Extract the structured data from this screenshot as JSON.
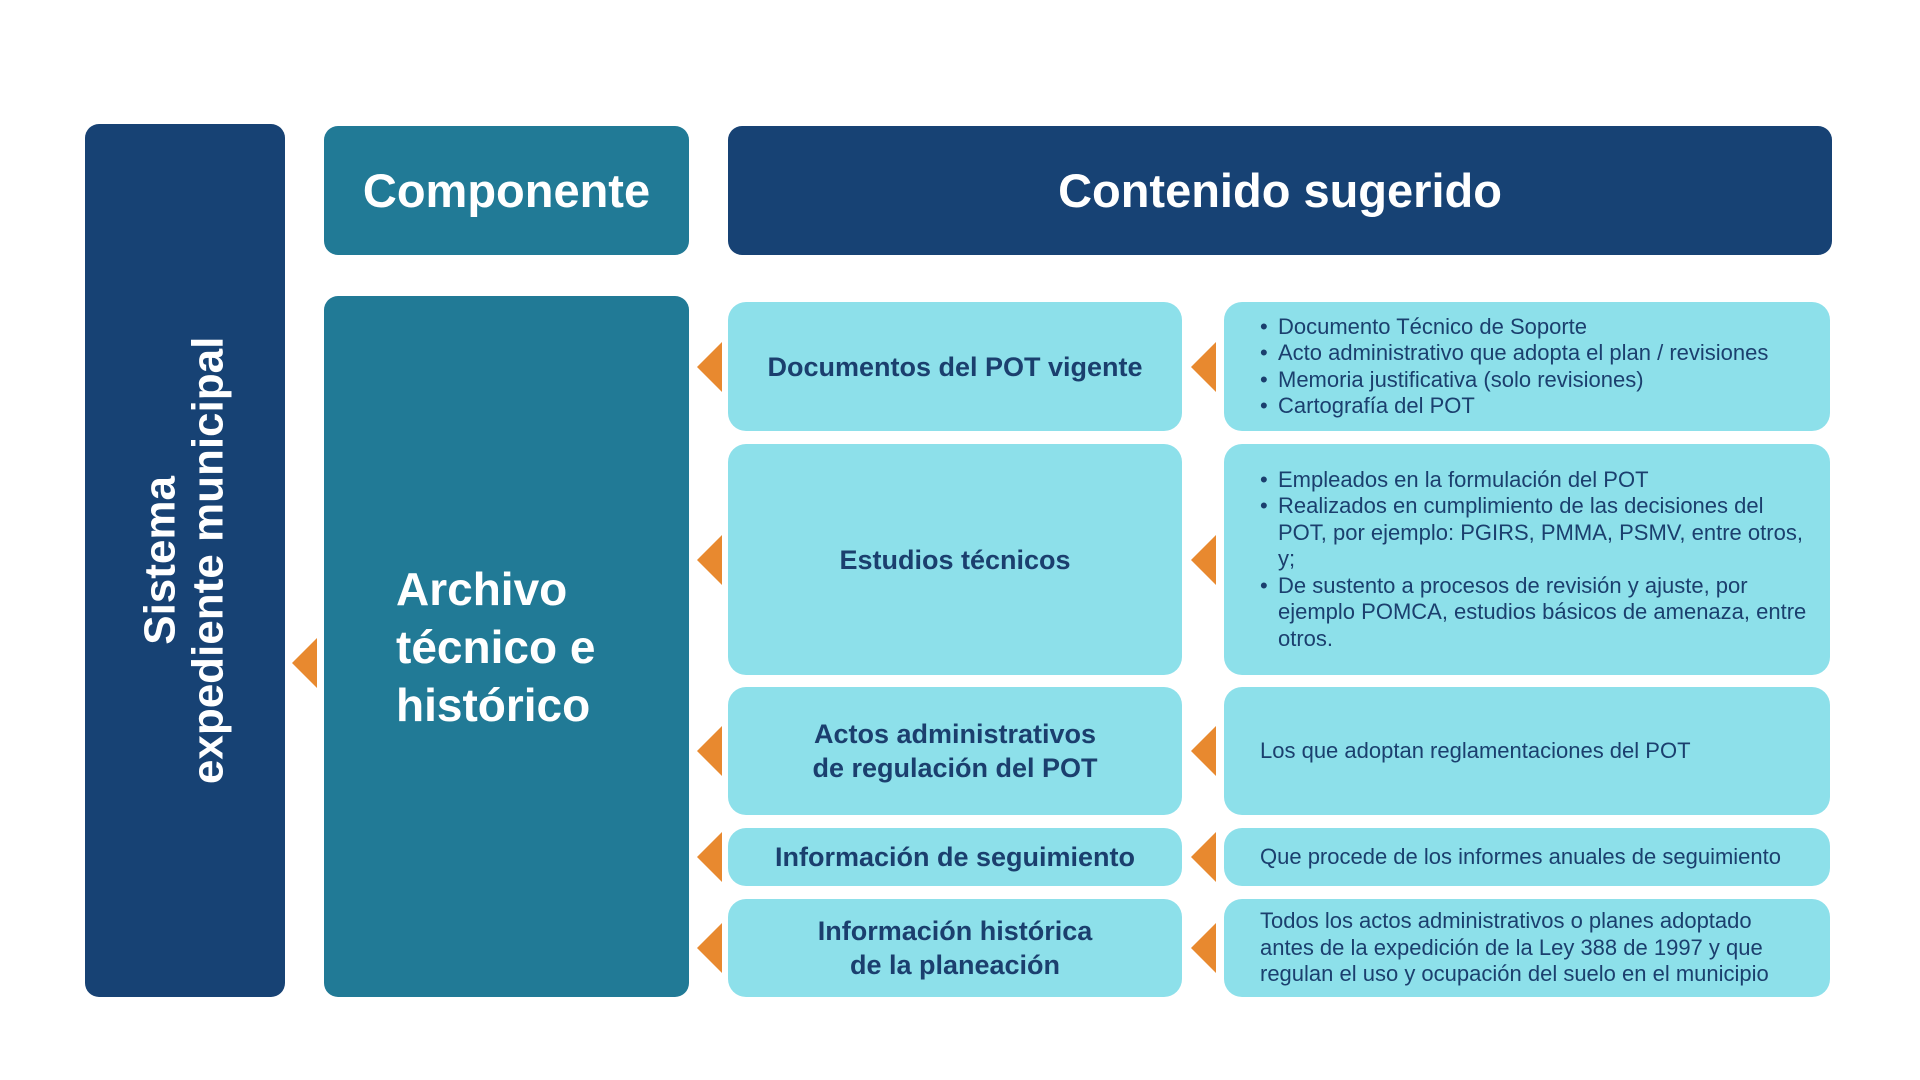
{
  "side_label": [
    "Sistema",
    "expediente municipal"
  ],
  "headers": {
    "component": "Componente",
    "content": "Contenido sugerido"
  },
  "component": [
    "Archivo",
    "técnico e",
    "histórico"
  ],
  "rows": [
    {
      "title": [
        "Documentos del POT vigente"
      ],
      "bullets": [
        "Documento Técnico de Soporte",
        "Acto administrativo que adopta el plan / revisiones",
        "Memoria justificativa (solo revisiones)",
        "Cartografía del POT"
      ]
    },
    {
      "title": [
        "Estudios técnicos"
      ],
      "bullets": [
        "Empleados en la formulación del POT",
        "Realizados en cumplimiento de las decisiones del POT, por ejemplo: PGIRS, PMMA, PSMV, entre otros, y;",
        "De sustento a procesos de revisión y ajuste, por ejemplo POMCA, estudios básicos de amenaza, entre otros."
      ]
    },
    {
      "title": [
        "Actos administrativos",
        "de regulación del POT"
      ],
      "text": "Los que adoptan reglamentaciones del POT"
    },
    {
      "title": [
        "Información de seguimiento"
      ],
      "text": "Que procede de los informes anuales de seguimiento"
    },
    {
      "title": [
        "Información histórica",
        "de la planeación"
      ],
      "text": "Todos los actos administrativos o planes adoptado antes de la expedición de la Ley 388 de 1997 y que regulan el uso y ocupación del suelo en el municipio"
    }
  ],
  "colors": {
    "navy": "#174274",
    "teal": "#217a96",
    "cyan": "#8de0ea",
    "arrow": "#e8892f",
    "text": "#1b3f6e"
  }
}
